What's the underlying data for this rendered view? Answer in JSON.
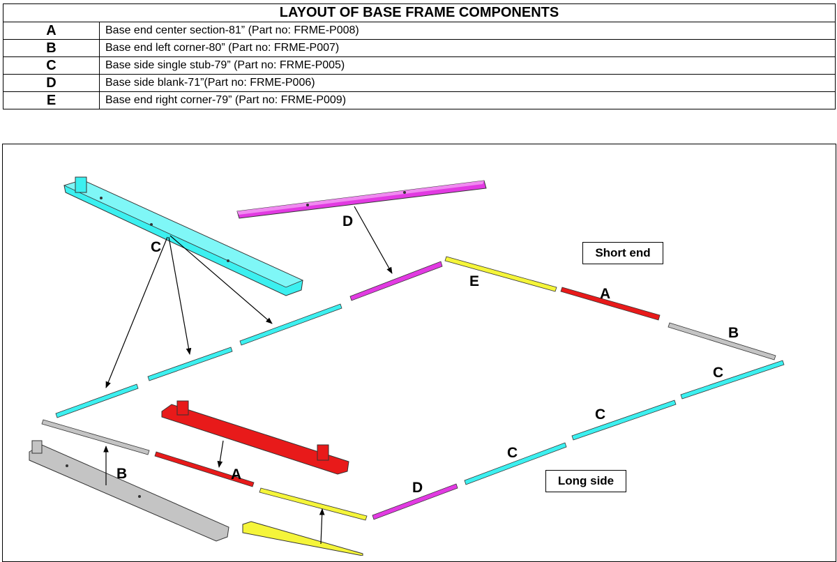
{
  "table": {
    "title": "LAYOUT OF BASE FRAME COMPONENTS",
    "rows": [
      {
        "key": "A",
        "desc": "Base end center section-81” (Part no: FRME-P008)"
      },
      {
        "key": "B",
        "desc": "Base end left corner-80” (Part no: FRME-P007)"
      },
      {
        "key": "C",
        "desc": "Base side single stub-79” (Part no: FRME-P005)"
      },
      {
        "key": "D",
        "desc": "Base side blank-71”(Part no: FRME-P006)"
      },
      {
        "key": "E",
        "desc": "Base end right corner-79” (Part no: FRME-P009)"
      }
    ]
  },
  "diagram": {
    "callouts": {
      "short_end": "Short end",
      "long_side": "Long side"
    },
    "labels": {
      "A": "A",
      "B": "B",
      "C": "C",
      "D": "D",
      "E": "E"
    },
    "colors": {
      "A": "#e81a1a",
      "B": "#c4c4c4",
      "C": "#3cf0f0",
      "D": "#e23ae2",
      "E": "#f5f53a"
    }
  }
}
